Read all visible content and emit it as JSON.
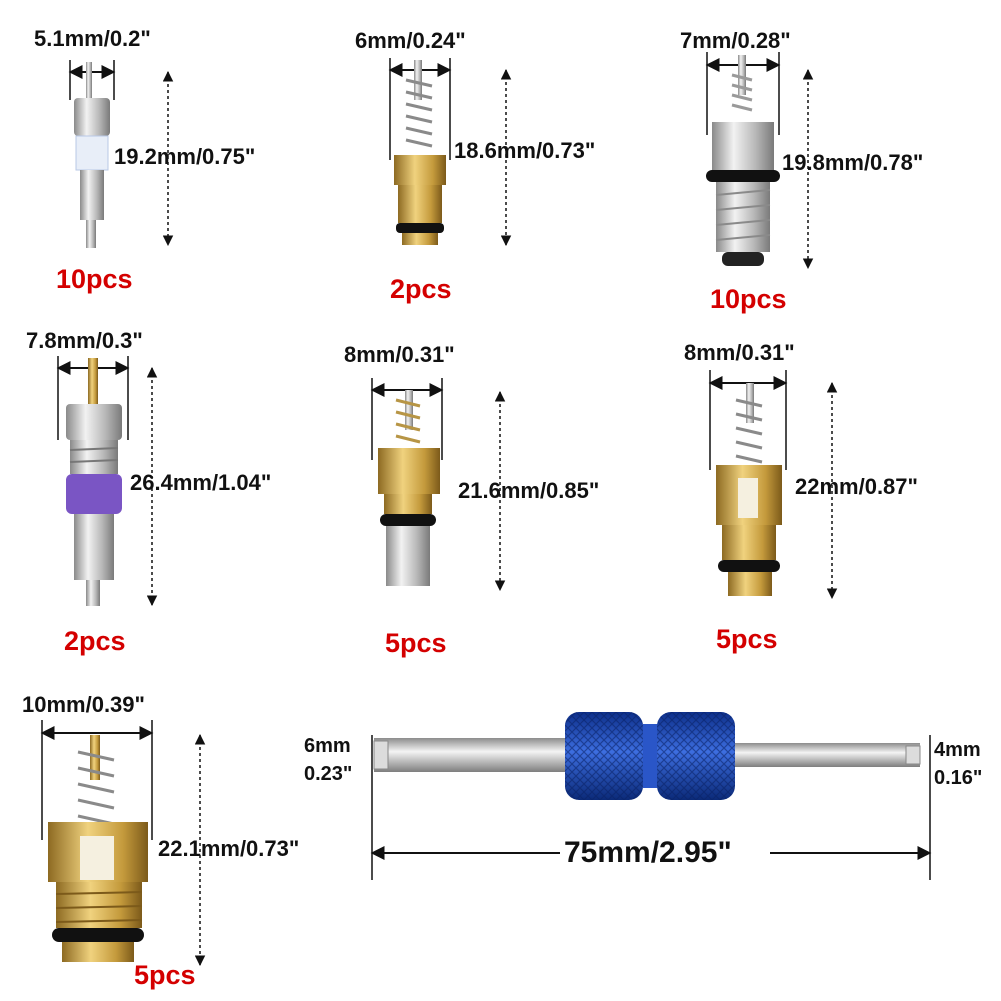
{
  "items": [
    {
      "width": "5.1mm/0.2\"",
      "length": "19.2mm/0.75\"",
      "qty": "10pcs"
    },
    {
      "width": "6mm/0.24\"",
      "length": "18.6mm/0.73\"",
      "qty": "2pcs"
    },
    {
      "width": "7mm/0.28\"",
      "length": "19.8mm/0.78\"",
      "qty": "10pcs"
    },
    {
      "width": "7.8mm/0.3\"",
      "length": "26.4mm/1.04\"",
      "qty": "2pcs"
    },
    {
      "width": "8mm/0.31\"",
      "length": "21.6mm/0.85\"",
      "qty": "5pcs"
    },
    {
      "width": "8mm/0.31\"",
      "length": "22mm/0.87\"",
      "qty": "5pcs"
    },
    {
      "width": "10mm/0.39\"",
      "length": "22.1mm/0.73\"",
      "qty": "5pcs"
    }
  ],
  "tool": {
    "left_mm": "6mm",
    "left_in": "0.23\"",
    "right_mm": "4mm",
    "right_in": "0.16\"",
    "length": "75mm/2.95\""
  },
  "colors": {
    "quantity_text": "#d40000",
    "brass": "#c9a24a",
    "chrome": "#c8c8c8",
    "tool_handle": "#1e4fbf",
    "seal": "#111111"
  }
}
